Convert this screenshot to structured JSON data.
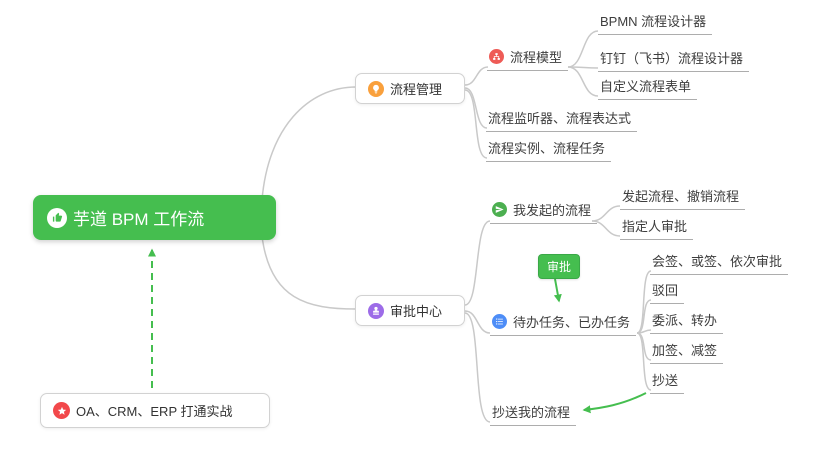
{
  "colors": {
    "root_green": "#45be4f",
    "arrow_green": "#45be4f",
    "connector_gray": "#c9c9c9",
    "icon_orange": "#f9a03c",
    "icon_red": "#ee5b56",
    "icon_green": "#4caf50",
    "icon_blue": "#4d8df7",
    "icon_purple": "#9d6ce8",
    "icon_star_red": "#f2484b"
  },
  "root": {
    "label": "芋道 BPM 工作流",
    "icon": "thumbs-up-icon"
  },
  "process_mgmt": {
    "label": "流程管理",
    "icon": "bulb-icon",
    "model": {
      "label": "流程模型",
      "icon": "flow-icon"
    },
    "bpmn_designer": {
      "label": "BPMN 流程设计器"
    },
    "dingtalk_designer": {
      "label": "钉钉（飞书）流程设计器"
    },
    "custom_form": {
      "label": "自定义流程表单"
    },
    "listener_expression": {
      "label": "流程监听器、流程表达式"
    },
    "instance_task": {
      "label": "流程实例、流程任务"
    }
  },
  "approval_center": {
    "label": "审批中心",
    "icon": "approval-stamp-icon",
    "my_initiated": {
      "label": "我发起的流程",
      "icon": "send-icon"
    },
    "initiate_cancel": {
      "label": "发起流程、撤销流程"
    },
    "assignee_approval": {
      "label": "指定人审批"
    },
    "todo_done": {
      "label": "待办任务、已办任务",
      "icon": "task-list-icon"
    },
    "countersign": {
      "label": "会签、或签、依次审批"
    },
    "reject": {
      "label": "驳回"
    },
    "delegate_transfer": {
      "label": "委派、转办"
    },
    "add_reduce_sign": {
      "label": "加签、减签"
    },
    "cc": {
      "label": "抄送"
    },
    "cc_my_process": {
      "label": "抄送我的流程"
    }
  },
  "approval_badge": {
    "label": "审批"
  },
  "integration_note": {
    "label": "OA、CRM、ERP 打通实战",
    "icon": "star-icon"
  }
}
